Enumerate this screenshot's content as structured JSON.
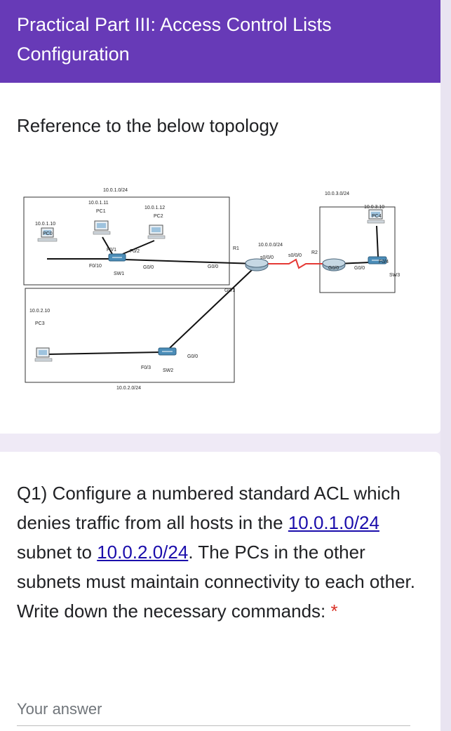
{
  "header": {
    "title": "Practical Part III: Access Control Lists Configuration"
  },
  "section": {
    "description": "Reference to the below topology"
  },
  "topology": {
    "net_10_0_1": "10.0.1.0/24",
    "net_10_0_2": "10.0.2.0/24",
    "net_10_0_0": "10.0.0.0/24",
    "net_10_0_3": "10.0.3.0/24",
    "pc0_ip": "10.0.1.10",
    "pc0_name": "PC0",
    "pc1_ip": "10.0.1.11",
    "pc1_name": "PC1",
    "pc2_ip": "10.0.1.12",
    "pc2_name": "PC2",
    "pc3_ip": "10.0.2.10",
    "pc3_name": "PC3",
    "pc4_ip": "10.0.3.10",
    "pc4_name": "PC4",
    "sw1": "SW1",
    "sw2": "SW2",
    "sw3": "SW3",
    "r1": "R1",
    "r2": "R2",
    "sw1_f01": "F0/1",
    "sw1_f02": "F0/2",
    "sw1_f010": "F0/10",
    "sw1_g00": "G0/0",
    "r1_g00": "G0/0",
    "r1_g01": "G0/1",
    "r1_s000": "s0/0/0",
    "r2_s000": "s0/0/0",
    "r2_g00": "G0/0",
    "sw3_g00": "G0/0",
    "sw3_f04": "F0/4",
    "sw2_f03": "F0/3",
    "sw2_g00": "G0/0"
  },
  "question": {
    "prefix": "Q1) Configure a numbered standard ACL which denies traffic from all hosts in the ",
    "link1": "10.0.1.0/24",
    "middle": " subnet to ",
    "link2": "10.0.2.0/24",
    "suffix": ". The PCs in the other subnets must maintain connectivity to each other. Write down the necessary commands: ",
    "required_mark": "*"
  },
  "answer": {
    "placeholder": "Your answer",
    "value": ""
  },
  "colors": {
    "header_bg": "#673ab7",
    "page_bg": "#efeaf6",
    "link": "#1a0dab",
    "required": "#d93025",
    "serial_link": "#e53935"
  }
}
